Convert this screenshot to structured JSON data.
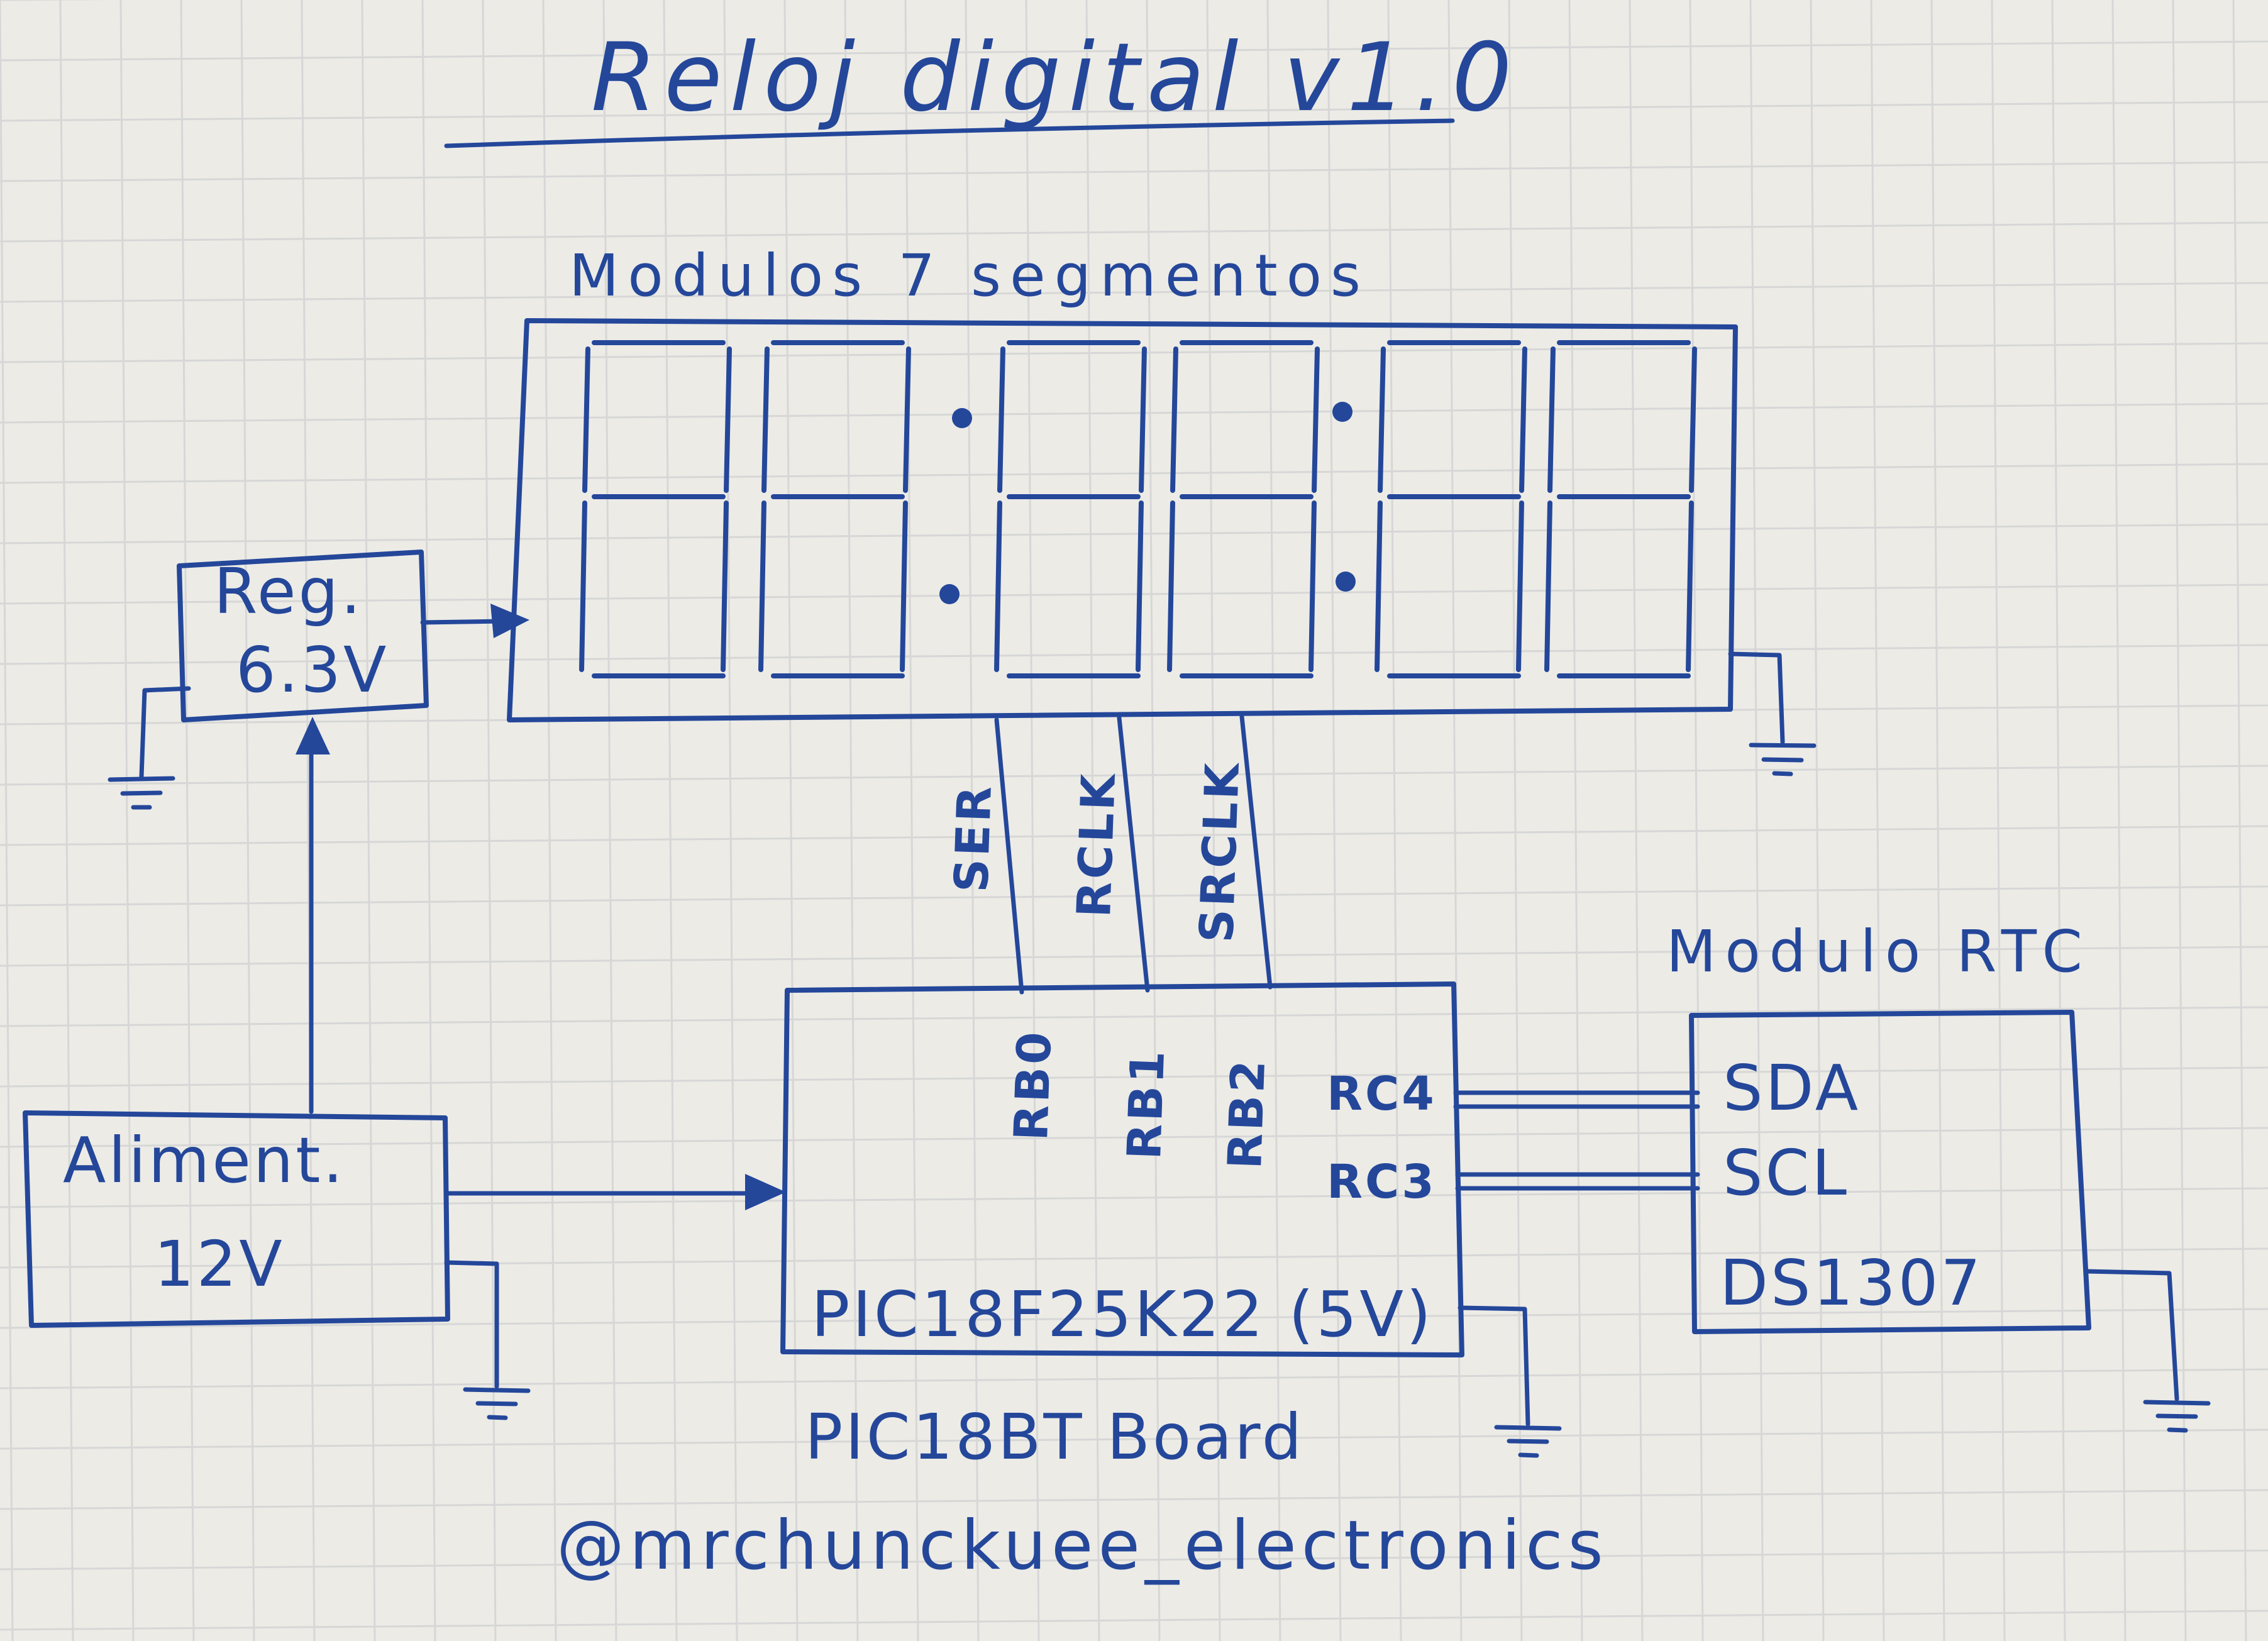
{
  "title": "Reloj digital v1.0",
  "display": {
    "heading": "Modulos 7 segmentos",
    "digit_count": 6
  },
  "regulator": {
    "line1": "Reg.",
    "line2": "6.3V"
  },
  "power_supply": {
    "line1": "Aliment.",
    "line2": "12V"
  },
  "microcontroller": {
    "name": "PIC18F25K22 (5V)",
    "board_label": "PIC18BT Board",
    "pins": [
      "RB0",
      "RB1",
      "RB2",
      "RC4",
      "RC3"
    ]
  },
  "signals": [
    "SER",
    "RCLK",
    "SRCLK"
  ],
  "rtc": {
    "heading": "Modulo RTC",
    "pins": [
      "SDA",
      "SCL"
    ],
    "chip": "DS1307"
  },
  "credit": "@mrchunckuee_electronics",
  "colors": {
    "ink": "#24479a",
    "paper": "#ecebe6",
    "grid": "#d6d7d6"
  }
}
